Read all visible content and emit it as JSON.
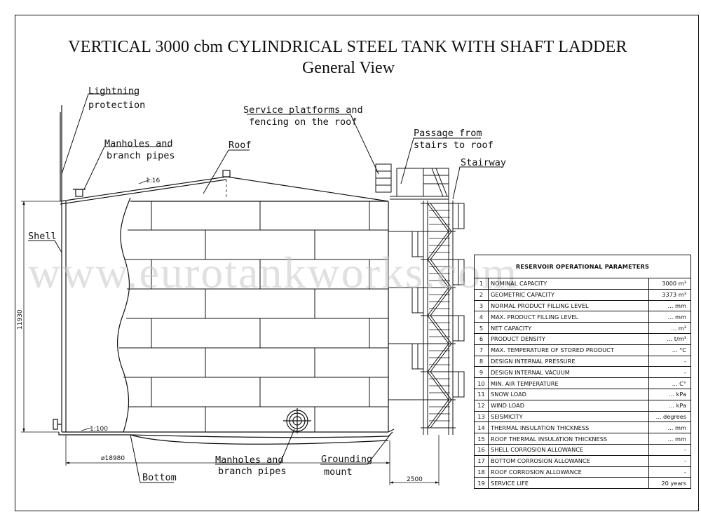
{
  "title": "VERTICAL 3000 cbm CYLINDRICAL STEEL TANK WITH SHAFT LADDER",
  "subtitle": "General View",
  "watermark": "www.eurotankworks.com",
  "labels": {
    "lightning_1": "Lightning",
    "lightning_2": "protection",
    "manholes_top_1": "Manholes and",
    "manholes_top_2": "branch pipes",
    "roof": "Roof",
    "service_1": "Service platforms and",
    "service_2": "fencing on the roof",
    "passage_1": "Passage from",
    "passage_2": "stairs to roof",
    "stairway": "Stairway",
    "shell": "Shell",
    "bottom": "Bottom",
    "manholes_bottom_1": "Manholes and",
    "manholes_bottom_2": "branch pipes",
    "grounding_1": "Grounding",
    "grounding_2": "mount"
  },
  "dimensions": {
    "roof_slope": "1:16",
    "bottom_slope": "1:100",
    "height": "11930",
    "diameter": "ø18980",
    "stair_offset": "2500"
  },
  "table": {
    "header": "RESERVOIR OPERATIONAL PARAMETERS",
    "rows": [
      {
        "n": "1",
        "name": "NOMINAL CAPACITY",
        "value": "3000 m³"
      },
      {
        "n": "2",
        "name": "GEOMETRIC CAPACITY",
        "value": "3373 m³"
      },
      {
        "n": "3",
        "name": "NORMAL PRODUCT FILLING LEVEL",
        "value": "... mm"
      },
      {
        "n": "4",
        "name": "MAX. PRODUCT FILLING LEVEL",
        "value": "... mm"
      },
      {
        "n": "5",
        "name": "NET CAPACITY",
        "value": "... m³"
      },
      {
        "n": "6",
        "name": "PRODUCT DENSITY",
        "value": "... t/m³"
      },
      {
        "n": "7",
        "name": "MAX. TEMPERATURE OF STORED PRODUCT",
        "value": "... °C"
      },
      {
        "n": "8",
        "name": "DESIGN INTERNAL PRESSURE",
        "value": "-"
      },
      {
        "n": "9",
        "name": " DESIGN INTERNAL VACUUM",
        "value": "-"
      },
      {
        "n": "10",
        "name": "MIN. AIR TEMPERATURE",
        "value": "... C°"
      },
      {
        "n": "11",
        "name": "SNOW LOAD",
        "value": "... kPa"
      },
      {
        "n": "12",
        "name": "WIND LOAD",
        "value": "... kPa"
      },
      {
        "n": "13",
        "name": "SEISMICITY",
        "value": "... degrees"
      },
      {
        "n": "14",
        "name": "THERMAL INSULATION THICKNESS",
        "value": "... mm"
      },
      {
        "n": "15",
        "name": "ROOF THERMAL INSULATION THICKNESS",
        "value": "... mm"
      },
      {
        "n": "16",
        "name": "SHELL CORROSION ALLOWANCE",
        "value": "-"
      },
      {
        "n": "17",
        "name": " BOTTOM CORROSION ALLOWANCE",
        "value": "-"
      },
      {
        "n": "18",
        "name": "ROOF CORROSION ALLOWANCE",
        "value": "-"
      },
      {
        "n": "19",
        "name": "SERVICE LIFE",
        "value": "20 years"
      }
    ]
  }
}
